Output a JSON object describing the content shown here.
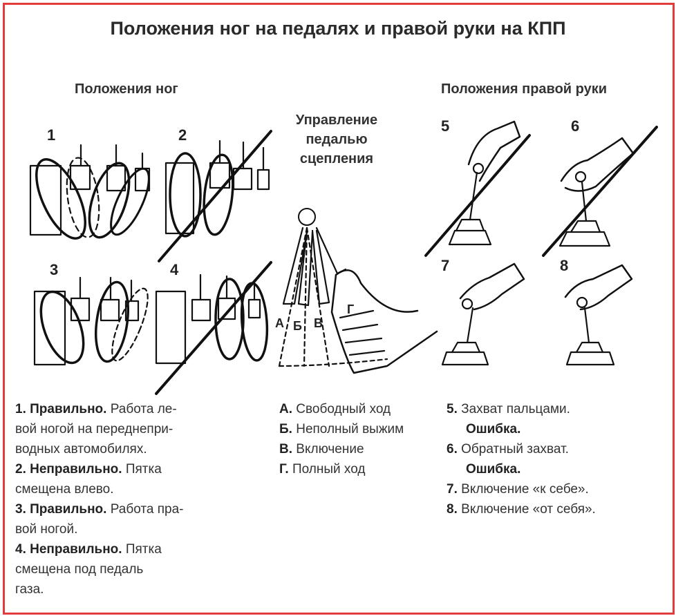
{
  "title": "Положения ног на педалях и правой руки на КПП",
  "headings": {
    "feet": "Положения ног",
    "clutch": [
      "Управление",
      "педалью",
      "сцепления"
    ],
    "hand": "Положения правой руки"
  },
  "figure_numbers": [
    "1",
    "2",
    "3",
    "4",
    "5",
    "6",
    "7",
    "8"
  ],
  "clutch_letters": [
    "А",
    "Б",
    "В",
    "Г"
  ],
  "legend_feet": [
    {
      "num": "1.",
      "verdict": "Правильно.",
      "lines": [
        " Работа ле-",
        "вой ногой на переднепри-",
        "водных автомобилях."
      ]
    },
    {
      "num": "2.",
      "verdict": "Неправильно.",
      "lines": [
        " Пятка",
        "смещена влево."
      ]
    },
    {
      "num": "3.",
      "verdict": "Правильно.",
      "lines": [
        " Работа пра-",
        "вой ногой."
      ]
    },
    {
      "num": "4.",
      "verdict": "Неправильно.",
      "lines": [
        " Пятка",
        "смещена под педаль",
        "газа."
      ]
    }
  ],
  "legend_clutch": [
    {
      "letter": "А.",
      "text": "Свободный ход"
    },
    {
      "letter": "Б.",
      "text": "Неполный выжим"
    },
    {
      "letter": "В.",
      "text": "Включение"
    },
    {
      "letter": "Г.",
      "text": "Полный ход"
    }
  ],
  "legend_hand": [
    {
      "num": "5.",
      "text": "Захват пальцами.",
      "note": "Ошибка."
    },
    {
      "num": "6.",
      "text": "Обратный захват.",
      "note": "Ошибка."
    },
    {
      "num": "7.",
      "text": "Включение «к себе».",
      "note": ""
    },
    {
      "num": "8.",
      "text": "Включение «от себя».",
      "note": ""
    }
  ]
}
